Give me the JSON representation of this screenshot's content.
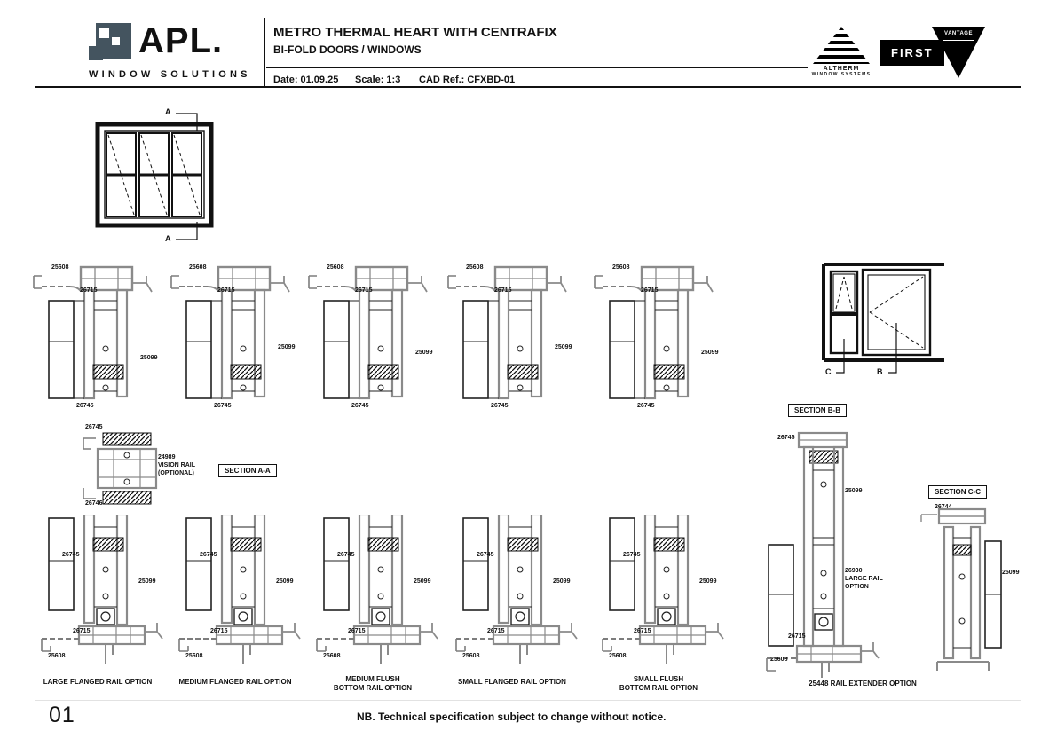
{
  "header": {
    "brand": {
      "name": "APL.",
      "tagline": "WINDOW SOLUTIONS"
    },
    "title": "METRO THERMAL HEART WITH CENTRAFIX",
    "subtitle": "BI-FOLD DOORS / WINDOWS",
    "date_label": "Date:",
    "date": "01.09.25",
    "scale_label": "Scale:",
    "scale": "1:3",
    "cad_label": "CAD Ref.:",
    "cad_ref": "CFXBD-01",
    "logos": {
      "altherm": {
        "line1": "ALTHERM",
        "line2": "WINDOW SYSTEMS"
      },
      "first": "FIRST",
      "vantage": "VANTAGE"
    }
  },
  "drawings": {
    "elevation_a": {
      "marker_top": "A",
      "marker_bottom": "A"
    },
    "elevation_cb": {
      "marker_left": "C",
      "marker_right": "B"
    },
    "section_boxes": {
      "aa": "SECTION A-A",
      "bb": "SECTION B-B",
      "cc": "SECTION C-C"
    },
    "vision_rail": {
      "part_top": "26745",
      "part_bottom": "26746",
      "note_number": "24989",
      "note_line1": "VISION RAIL",
      "note_line2": "(OPTIONAL)"
    },
    "top_row": [
      {
        "part_frame": "25608",
        "part_head": "26715",
        "part_panel": "25099",
        "part_rail": "26745"
      },
      {
        "part_frame": "25608",
        "part_head": "26715",
        "part_panel": "25099",
        "part_rail": "26745"
      },
      {
        "part_frame": "25608",
        "part_head": "26715",
        "part_panel": "25099",
        "part_rail": "26745"
      },
      {
        "part_frame": "25608",
        "part_head": "26715",
        "part_panel": "25099",
        "part_rail": "26745"
      },
      {
        "part_frame": "25608",
        "part_head": "26715",
        "part_panel": "25099",
        "part_rail": "26745"
      }
    ],
    "bottom_row": [
      {
        "part_rail": "26745",
        "part_panel": "25099",
        "part_sill": "26715",
        "part_frame": "25608",
        "caption": "LARGE FLANGED RAIL OPTION"
      },
      {
        "part_rail": "26745",
        "part_panel": "25099",
        "part_sill": "26715",
        "part_frame": "25608",
        "caption": "MEDIUM FLANGED RAIL OPTION"
      },
      {
        "part_rail": "26745",
        "part_panel": "25099",
        "part_sill": "26715",
        "part_frame": "25608",
        "caption": "MEDIUM FLUSH\nBOTTOM RAIL OPTION"
      },
      {
        "part_rail": "26745",
        "part_panel": "25099",
        "part_sill": "26715",
        "part_frame": "25608",
        "caption": "SMALL FLANGED RAIL OPTION"
      },
      {
        "part_rail": "26745",
        "part_panel": "25099",
        "part_sill": "26715",
        "part_frame": "25608",
        "caption": "SMALL FLUSH\nBOTTOM RAIL OPTION"
      }
    ],
    "section_bb": {
      "part_rail": "26745",
      "part_panel": "25099",
      "rail_note_number": "26930",
      "rail_note_line1": "LARGE RAIL",
      "rail_note_line2": "OPTION",
      "part_sill": "26715",
      "part_frame": "25608",
      "caption": "25448 RAIL EXTENDER OPTION"
    },
    "section_cc": {
      "part_top": "26744",
      "part_panel": "25099"
    }
  },
  "footer": {
    "page": "01",
    "note": "NB. Technical specification subject to change without notice."
  }
}
